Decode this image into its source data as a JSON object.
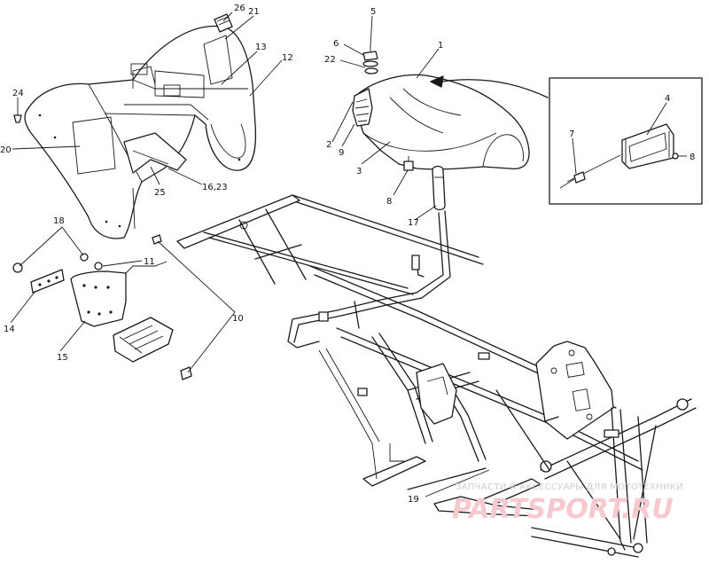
{
  "diagram": {
    "callouts": {
      "c1": "1",
      "c2": "2",
      "c3": "3",
      "c4": "4",
      "c5": "5",
      "c6": "6",
      "c7": "7",
      "c8a": "8",
      "c8b": "8",
      "c9": "9",
      "c10": "10",
      "c11": "11",
      "c12": "12",
      "c13": "13",
      "c14": "14",
      "c15": "15",
      "c1623": "16,23",
      "c17": "17",
      "c18": "18",
      "c19": "19",
      "c20": "20",
      "c21": "21",
      "c22": "22",
      "c24": "24",
      "c25": "25",
      "c26": "26"
    }
  },
  "watermark": {
    "tagline": "ЗАПЧАСТИ И АКСЕССУАРЫ ДЛЯ МОТОТЕХНИКИ",
    "brand": "PARTSPORT.RU"
  }
}
